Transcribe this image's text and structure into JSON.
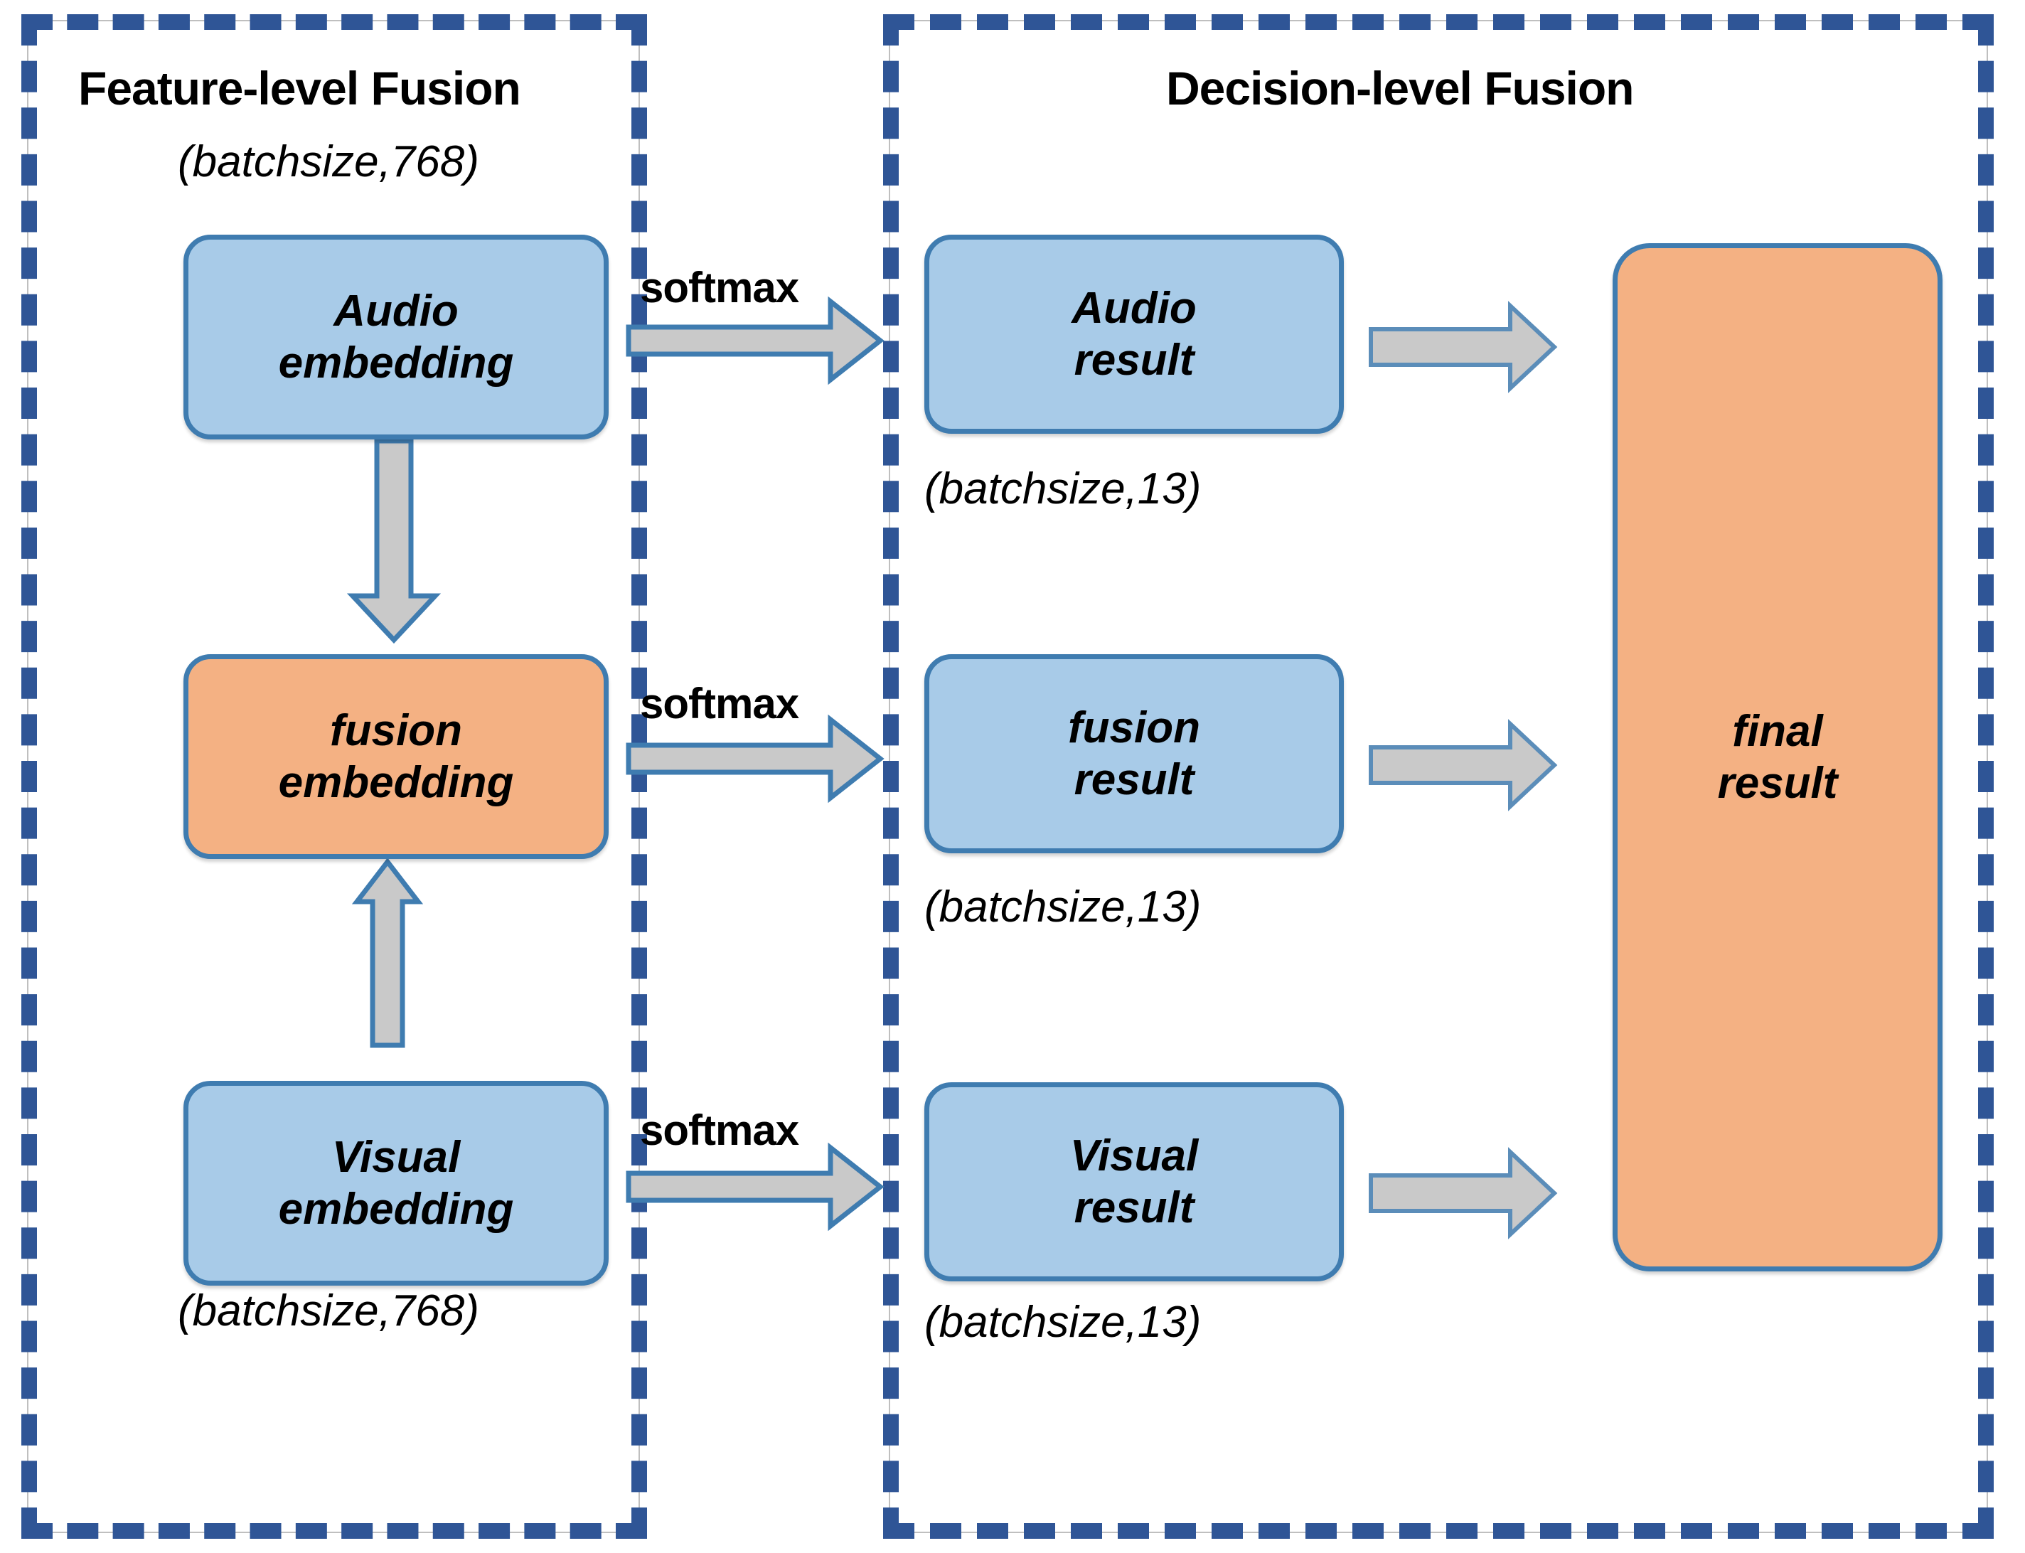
{
  "panels": [
    {
      "id": "feature-level",
      "title": "Feature-level Fusion"
    },
    {
      "id": "decision-level",
      "title": "Decision-level Fusion"
    }
  ],
  "nodes": {
    "audio_embedding": {
      "line1": "Audio",
      "line2": "embedding",
      "color": "#a8cbe8"
    },
    "fusion_embedding": {
      "line1": "fusion",
      "line2": "embedding",
      "color": "#f4b183"
    },
    "visual_embedding": {
      "line1": "Visual",
      "line2": "embedding",
      "color": "#a8cbe8"
    },
    "audio_result": {
      "line1": "Audio",
      "line2": "result",
      "color": "#a8cbe8"
    },
    "fusion_result": {
      "line1": "fusion",
      "line2": "result",
      "color": "#a8cbe8"
    },
    "visual_result": {
      "line1": "Visual",
      "line2": "result",
      "color": "#a8cbe8"
    },
    "final_result": {
      "line1": "final",
      "line2": "result",
      "color": "#f4b183"
    }
  },
  "captions": {
    "audio_embedding_shape": "(batchsize,768)",
    "visual_embedding_shape": "(batchsize,768)",
    "audio_result_shape": "(batchsize,13)",
    "fusion_result_shape": "(batchsize,13)",
    "visual_result_shape": "(batchsize,13)"
  },
  "edge_labels": {
    "softmax_audio": "softmax",
    "softmax_fusion": "softmax",
    "softmax_visual": "softmax"
  },
  "colors": {
    "panel_border": "#2f5596",
    "node_border": "#3f7cb0",
    "node_blue_fill": "#a8cbe8",
    "node_orange_fill": "#f4b183",
    "arrow_fill": "#c9c9c9",
    "arrow_stroke": "#3f7cb0",
    "thin_rule": "#bfbfbf",
    "text": "#000000"
  }
}
